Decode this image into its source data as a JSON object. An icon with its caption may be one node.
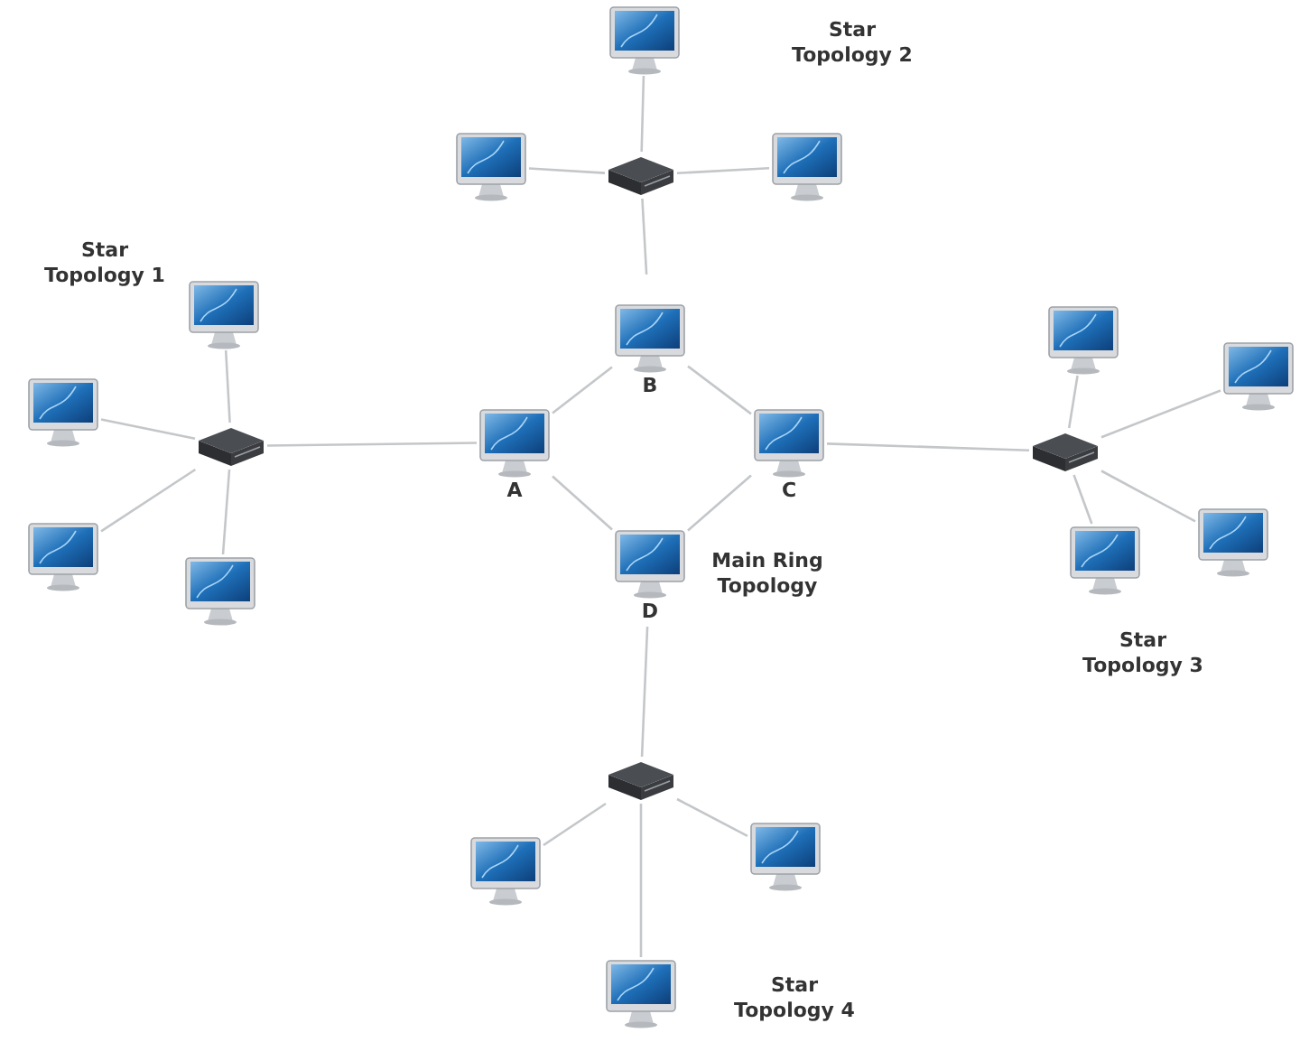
{
  "diagram": {
    "nodes": [
      {
        "text": [],
        "shape": "computer"
      },
      {
        "text": [],
        "shape": "computer"
      },
      {
        "text": [],
        "shape": "switch"
      },
      {
        "text": [],
        "shape": "computer"
      },
      {
        "text": [],
        "shape": "computer"
      },
      {
        "text": [],
        "shape": "computer",
        "beside": [
          "B"
        ]
      },
      {
        "text": [],
        "shape": "computer"
      },
      {
        "text": [],
        "shape": "computer"
      },
      {
        "text": [],
        "shape": "computer"
      },
      {
        "text": [],
        "shape": "switch"
      },
      {
        "text": [],
        "shape": "computer",
        "beside": [
          "A"
        ]
      },
      {
        "text": [],
        "shape": "computer",
        "beside": [
          "C"
        ]
      },
      {
        "text": [],
        "shape": "switch"
      },
      {
        "text": [],
        "shape": "computer"
      },
      {
        "text": [],
        "shape": "computer",
        "beside": [
          "D"
        ]
      },
      {
        "text": [],
        "shape": "computer"
      },
      {
        "text": [],
        "shape": "computer"
      },
      {
        "text": [],
        "shape": "computer"
      },
      {
        "text": [],
        "shape": "switch"
      },
      {
        "text": [],
        "shape": "computer"
      },
      {
        "text": [],
        "shape": "computer"
      },
      {
        "text": [],
        "shape": "computer"
      }
    ],
    "edges": [
      {
        "from": 2,
        "to": 0,
        "arrow": "none"
      },
      {
        "from": 2,
        "to": 1,
        "arrow": "none"
      },
      {
        "from": 2,
        "to": 3,
        "arrow": "none"
      },
      {
        "from": 2,
        "to": 5,
        "arrow": "none"
      },
      {
        "from": 5,
        "to": 10,
        "arrow": "none"
      },
      {
        "from": 5,
        "to": 11,
        "arrow": "none"
      },
      {
        "from": 10,
        "to": 14,
        "arrow": "none"
      },
      {
        "from": 11,
        "to": 14,
        "arrow": "none"
      },
      {
        "from": 9,
        "to": 10,
        "arrow": "none"
      },
      {
        "from": 9,
        "to": 4,
        "arrow": "none"
      },
      {
        "from": 9,
        "to": 8,
        "arrow": "none"
      },
      {
        "from": 9,
        "to": 13,
        "arrow": "none"
      },
      {
        "from": 9,
        "to": 17,
        "arrow": "none"
      },
      {
        "from": 11,
        "to": 12,
        "arrow": "none"
      },
      {
        "from": 12,
        "to": 6,
        "arrow": "none"
      },
      {
        "from": 12,
        "to": 7,
        "arrow": "none"
      },
      {
        "from": 12,
        "to": 15,
        "arrow": "none"
      },
      {
        "from": 12,
        "to": 16,
        "arrow": "none"
      },
      {
        "from": 14,
        "to": 18,
        "arrow": "none"
      },
      {
        "from": 18,
        "to": 20,
        "arrow": "none"
      },
      {
        "from": 18,
        "to": 19,
        "arrow": "none"
      },
      {
        "from": 18,
        "to": 21,
        "arrow": "none"
      }
    ],
    "labels": [
      "Star Topology 2",
      "Star Topology 1",
      "Main Ring Topology",
      "Star Topology 3",
      "Star Topology 4"
    ]
  }
}
